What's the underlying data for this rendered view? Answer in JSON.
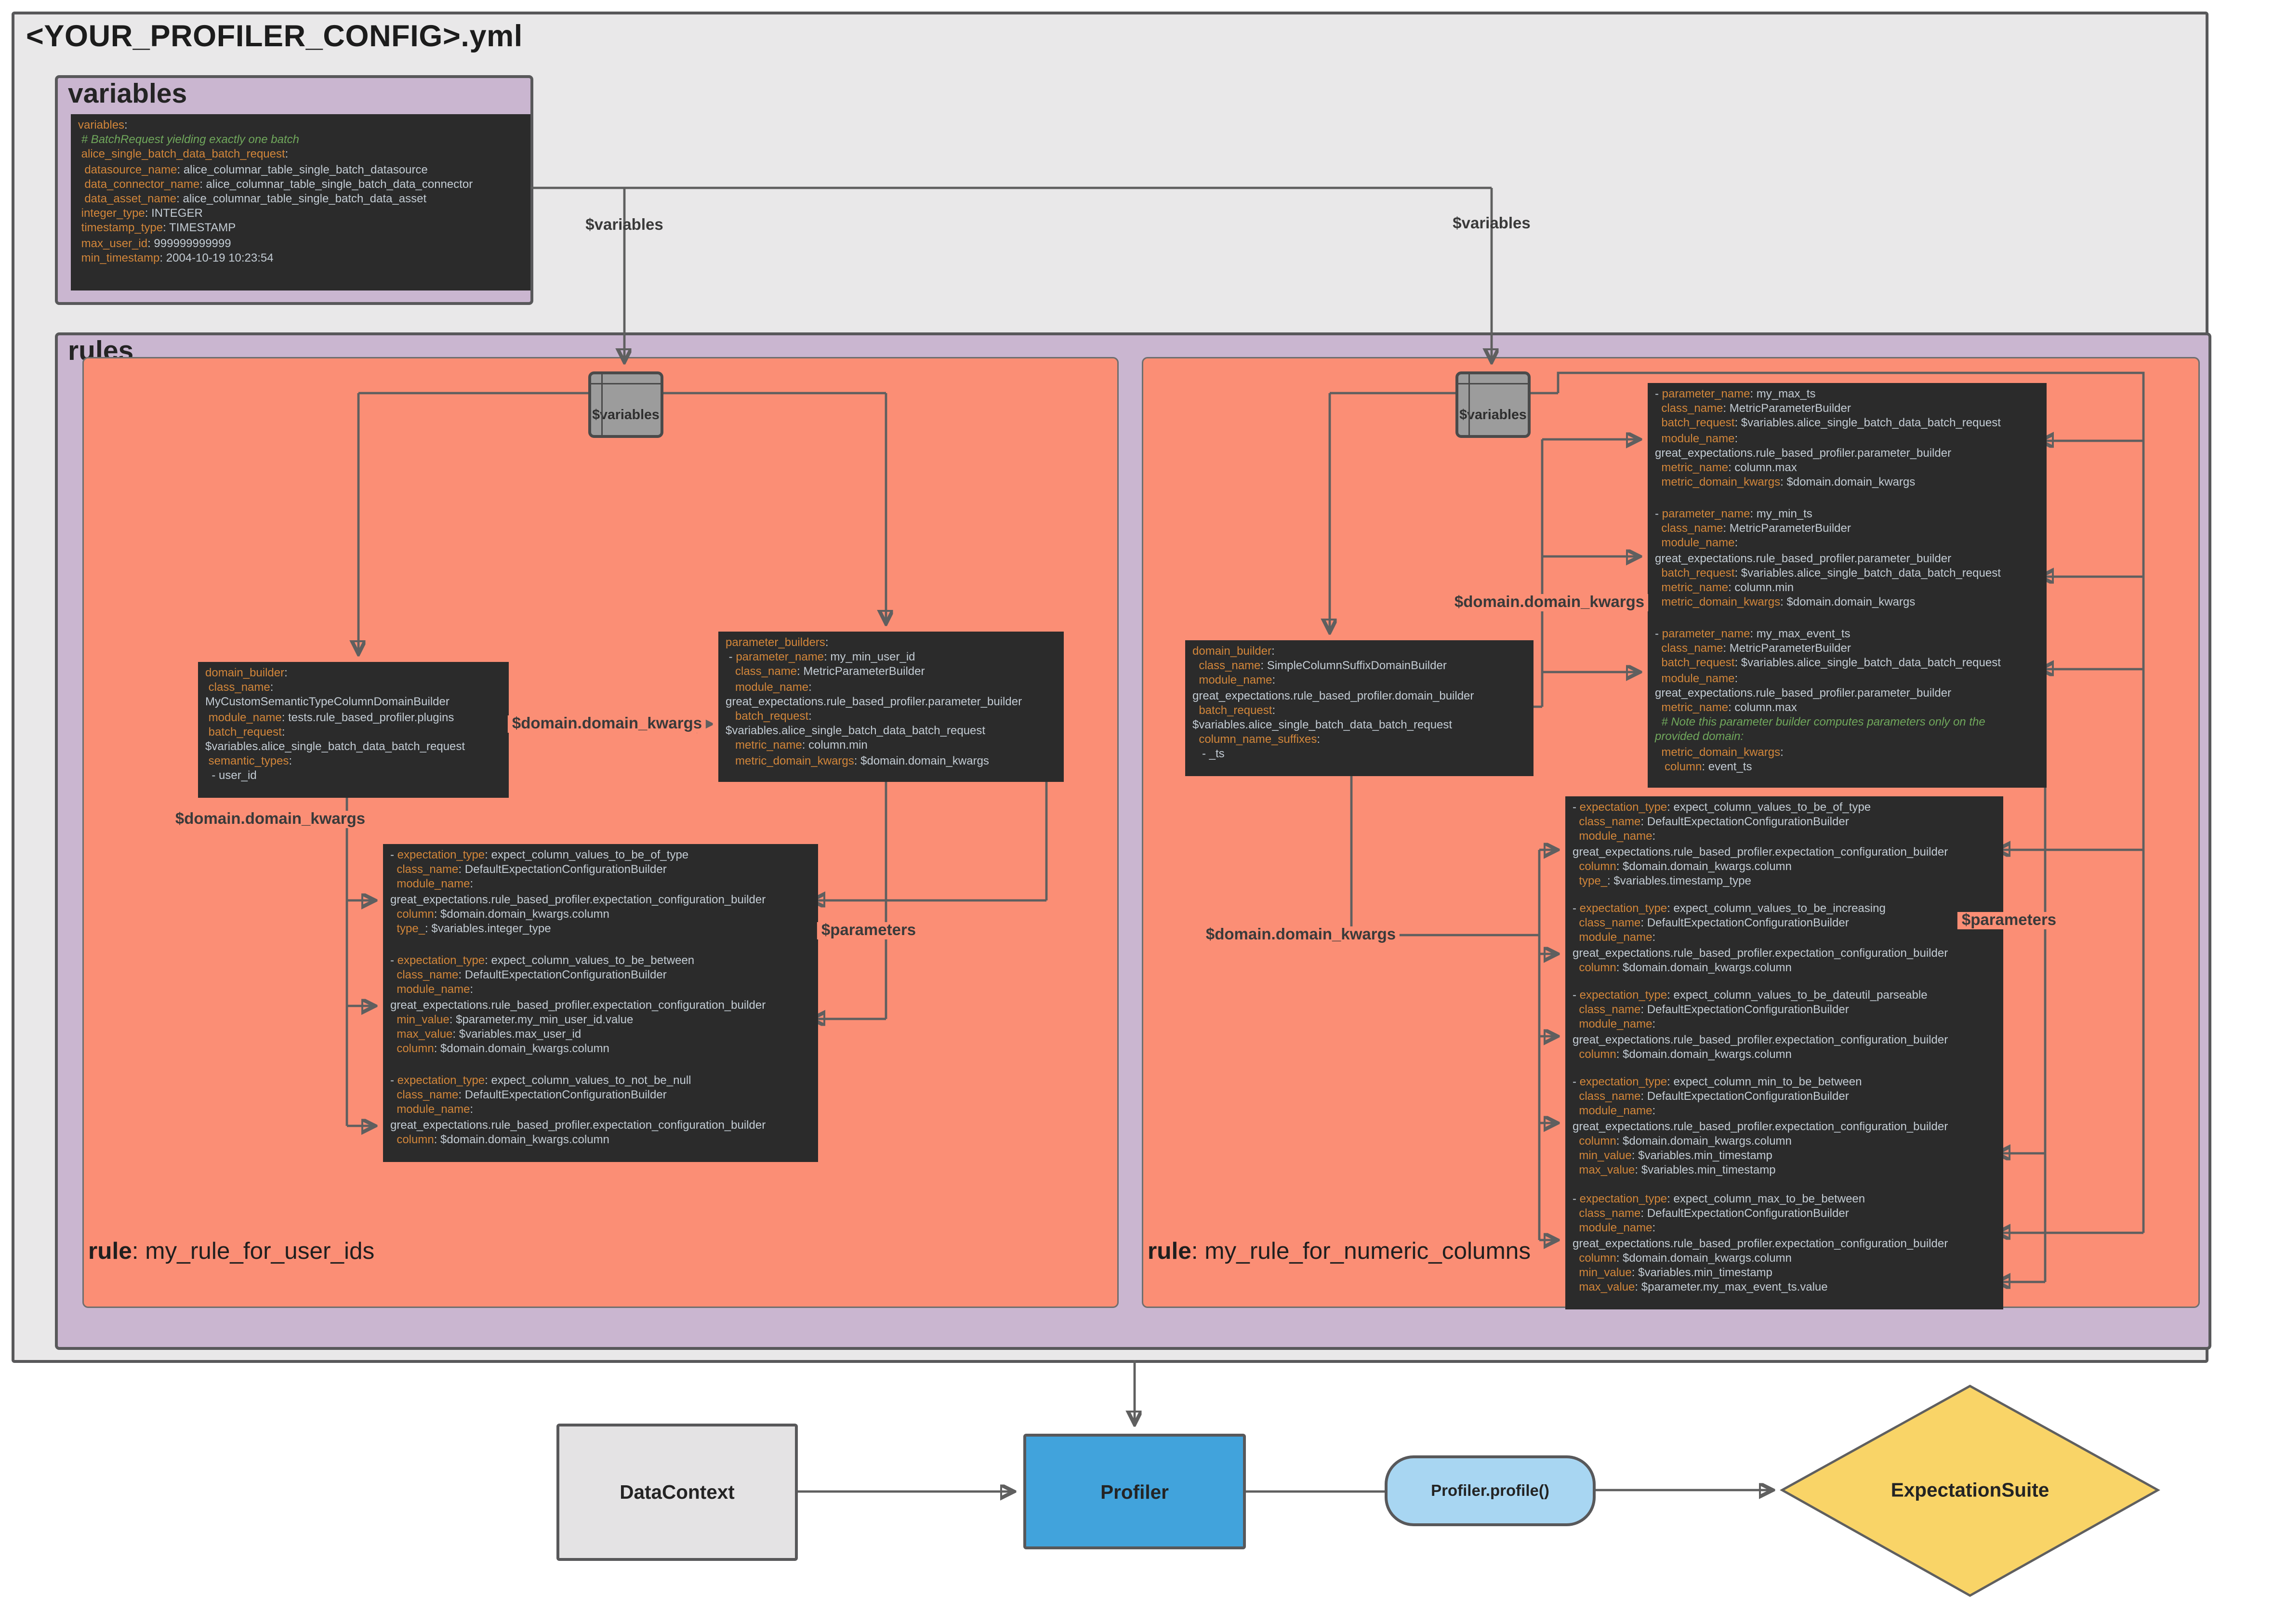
{
  "title": "<YOUR_PROFILER_CONFIG>.yml",
  "headers": {
    "variables": "variables",
    "rules": "rules"
  },
  "labels": {
    "var_ref_left": "$variables",
    "var_ref_right": "$variables",
    "var_node_left": "$variables",
    "var_node_right": "$variables",
    "domain_kwargs_builder_left": "$domain.domain_kwargs",
    "domain_kwargs_expect_left": "$domain.domain_kwargs",
    "parameters_left": "$parameters",
    "domain_kwargs_params_right": "$domain.domain_kwargs",
    "domain_kwargs_expect_right": "$domain.domain_kwargs",
    "parameters_right": "$parameters"
  },
  "rule_left": {
    "title_key": "rule",
    "title_rest": ": my_rule_for_user_ids"
  },
  "rule_right": {
    "title_key": "rule",
    "title_rest": ": my_rule_for_numeric_columns"
  },
  "code": {
    "variables": [
      [
        [
          "k",
          "variables"
        ],
        [
          "v",
          ":"
        ]
      ],
      [
        [
          "c",
          " # BatchRequest yielding exactly one batch"
        ]
      ],
      [
        [
          "k",
          " alice_single_batch_data_batch_request"
        ],
        [
          "v",
          ":"
        ]
      ],
      [
        [
          "k",
          "  datasource_name"
        ],
        [
          "v",
          ": alice_columnar_table_single_batch_datasource"
        ]
      ],
      [
        [
          "k",
          "  data_connector_name"
        ],
        [
          "v",
          ": alice_columnar_table_single_batch_data_connector"
        ]
      ],
      [
        [
          "k",
          "  data_asset_name"
        ],
        [
          "v",
          ": alice_columnar_table_single_batch_data_asset"
        ]
      ],
      [
        [
          "k",
          " integer_type"
        ],
        [
          "v",
          ": INTEGER"
        ]
      ],
      [
        [
          "k",
          " timestamp_type"
        ],
        [
          "v",
          ": TIMESTAMP"
        ]
      ],
      [
        [
          "k",
          " max_user_id"
        ],
        [
          "v",
          ": 999999999999"
        ]
      ],
      [
        [
          "k",
          " min_timestamp"
        ],
        [
          "v",
          ": 2004-10-19 10:23:54"
        ]
      ]
    ],
    "left_domain_builder": [
      [
        [
          "k",
          "domain_builder"
        ],
        [
          "v",
          ":"
        ]
      ],
      [
        [
          "k",
          " class_name"
        ],
        [
          "v",
          ":"
        ]
      ],
      [
        [
          "v",
          "MyCustomSemanticTypeColumnDomainBuilder"
        ]
      ],
      [
        [
          "k",
          " module_name"
        ],
        [
          "v",
          ": tests.rule_based_profiler.plugins"
        ]
      ],
      [
        [
          "k",
          " batch_request"
        ],
        [
          "v",
          ":"
        ]
      ],
      [
        [
          "v",
          "$variables.alice_single_batch_data_batch_request"
        ]
      ],
      [
        [
          "k",
          " semantic_types"
        ],
        [
          "v",
          ":"
        ]
      ],
      [
        [
          "v",
          "  - user_id"
        ]
      ]
    ],
    "left_parameter_builders": [
      [
        [
          "k",
          "parameter_builders"
        ],
        [
          "v",
          ":"
        ]
      ],
      [
        [
          "v",
          " - "
        ],
        [
          "k",
          "parameter_name"
        ],
        [
          "v",
          ": my_min_user_id"
        ]
      ],
      [
        [
          "k",
          "   class_name"
        ],
        [
          "v",
          ": MetricParameterBuilder"
        ]
      ],
      [
        [
          "k",
          "   module_name"
        ],
        [
          "v",
          ":"
        ]
      ],
      [
        [
          "v",
          "great_expectations.rule_based_profiler.parameter_builder"
        ]
      ],
      [
        [
          "k",
          "   batch_request"
        ],
        [
          "v",
          ":"
        ]
      ],
      [
        [
          "v",
          "$variables.alice_single_batch_data_batch_request"
        ]
      ],
      [
        [
          "k",
          "   metric_name"
        ],
        [
          "v",
          ": column.min"
        ]
      ],
      [
        [
          "k",
          "   metric_domain_kwargs"
        ],
        [
          "v",
          ": $domain.domain_kwargs"
        ]
      ]
    ],
    "left_exp1": [
      [
        [
          "v",
          "- "
        ],
        [
          "k",
          "expectation_type"
        ],
        [
          "v",
          ": expect_column_values_to_be_of_type"
        ]
      ],
      [
        [
          "k",
          "  class_name"
        ],
        [
          "v",
          ": DefaultExpectationConfigurationBuilder"
        ]
      ],
      [
        [
          "k",
          "  module_name"
        ],
        [
          "v",
          ":"
        ]
      ],
      [
        [
          "v",
          "great_expectations.rule_based_profiler.expectation_configuration_builder"
        ]
      ],
      [
        [
          "k",
          "  column"
        ],
        [
          "v",
          ": $domain.domain_kwargs.column"
        ]
      ],
      [
        [
          "k",
          "  type_"
        ],
        [
          "v",
          ": $variables.integer_type"
        ]
      ]
    ],
    "left_exp2": [
      [
        [
          "v",
          "- "
        ],
        [
          "k",
          "expectation_type"
        ],
        [
          "v",
          ": expect_column_values_to_be_between"
        ]
      ],
      [
        [
          "k",
          "  class_name"
        ],
        [
          "v",
          ": DefaultExpectationConfigurationBuilder"
        ]
      ],
      [
        [
          "k",
          "  module_name"
        ],
        [
          "v",
          ":"
        ]
      ],
      [
        [
          "v",
          "great_expectations.rule_based_profiler.expectation_configuration_builder"
        ]
      ],
      [
        [
          "k",
          "  min_value"
        ],
        [
          "v",
          ": $parameter.my_min_user_id.value"
        ]
      ],
      [
        [
          "k",
          "  max_value"
        ],
        [
          "v",
          ": $variables.max_user_id"
        ]
      ],
      [
        [
          "k",
          "  column"
        ],
        [
          "v",
          ": $domain.domain_kwargs.column"
        ]
      ]
    ],
    "left_exp3": [
      [
        [
          "v",
          "- "
        ],
        [
          "k",
          "expectation_type"
        ],
        [
          "v",
          ": expect_column_values_to_not_be_null"
        ]
      ],
      [
        [
          "k",
          "  class_name"
        ],
        [
          "v",
          ": DefaultExpectationConfigurationBuilder"
        ]
      ],
      [
        [
          "k",
          "  module_name"
        ],
        [
          "v",
          ":"
        ]
      ],
      [
        [
          "v",
          "great_expectations.rule_based_profiler.expectation_configuration_builder"
        ]
      ],
      [
        [
          "k",
          "  column"
        ],
        [
          "v",
          ": $domain.domain_kwargs.column"
        ]
      ]
    ],
    "right_domain_builder": [
      [
        [
          "k",
          "domain_builder"
        ],
        [
          "v",
          ":"
        ]
      ],
      [
        [
          "k",
          "  class_name"
        ],
        [
          "v",
          ": SimpleColumnSuffixDomainBuilder"
        ]
      ],
      [
        [
          "k",
          "  module_name"
        ],
        [
          "v",
          ":"
        ]
      ],
      [
        [
          "v",
          "great_expectations.rule_based_profiler.domain_builder"
        ]
      ],
      [
        [
          "k",
          "  batch_request"
        ],
        [
          "v",
          ":"
        ]
      ],
      [
        [
          "v",
          "$variables.alice_single_batch_data_batch_request"
        ]
      ],
      [
        [
          "k",
          "  column_name_suffixes"
        ],
        [
          "v",
          ":"
        ]
      ],
      [
        [
          "v",
          "   - _ts"
        ]
      ]
    ],
    "right_param1": [
      [
        [
          "v",
          "- "
        ],
        [
          "k",
          "parameter_name"
        ],
        [
          "v",
          ": my_max_ts"
        ]
      ],
      [
        [
          "k",
          "  class_name"
        ],
        [
          "v",
          ": MetricParameterBuilder"
        ]
      ],
      [
        [
          "k",
          "  batch_request"
        ],
        [
          "v",
          ": $variables.alice_single_batch_data_batch_request"
        ]
      ],
      [
        [
          "k",
          "  module_name"
        ],
        [
          "v",
          ":"
        ]
      ],
      [
        [
          "v",
          "great_expectations.rule_based_profiler.parameter_builder"
        ]
      ],
      [
        [
          "k",
          "  metric_name"
        ],
        [
          "v",
          ": column.max"
        ]
      ],
      [
        [
          "k",
          "  metric_domain_kwargs"
        ],
        [
          "v",
          ": $domain.domain_kwargs"
        ]
      ]
    ],
    "right_param2": [
      [
        [
          "v",
          "- "
        ],
        [
          "k",
          "parameter_name"
        ],
        [
          "v",
          ": my_min_ts"
        ]
      ],
      [
        [
          "k",
          "  class_name"
        ],
        [
          "v",
          ": MetricParameterBuilder"
        ]
      ],
      [
        [
          "k",
          "  module_name"
        ],
        [
          "v",
          ":"
        ]
      ],
      [
        [
          "v",
          "great_expectations.rule_based_profiler.parameter_builder"
        ]
      ],
      [
        [
          "k",
          "  batch_request"
        ],
        [
          "v",
          ": $variables.alice_single_batch_data_batch_request"
        ]
      ],
      [
        [
          "k",
          "  metric_name"
        ],
        [
          "v",
          ": column.min"
        ]
      ],
      [
        [
          "k",
          "  metric_domain_kwargs"
        ],
        [
          "v",
          ": $domain.domain_kwargs"
        ]
      ]
    ],
    "right_param3": [
      [
        [
          "v",
          "- "
        ],
        [
          "k",
          "parameter_name"
        ],
        [
          "v",
          ": my_max_event_ts"
        ]
      ],
      [
        [
          "k",
          "  class_name"
        ],
        [
          "v",
          ": MetricParameterBuilder"
        ]
      ],
      [
        [
          "k",
          "  batch_request"
        ],
        [
          "v",
          ": $variables.alice_single_batch_data_batch_request"
        ]
      ],
      [
        [
          "k",
          "  module_name"
        ],
        [
          "v",
          ":"
        ]
      ],
      [
        [
          "v",
          "great_expectations.rule_based_profiler.parameter_builder"
        ]
      ],
      [
        [
          "k",
          "  metric_name"
        ],
        [
          "v",
          ": column.max"
        ]
      ],
      [
        [
          "c",
          "  # Note this parameter builder computes parameters only on the"
        ]
      ],
      [
        [
          "c",
          "provided domain:"
        ]
      ],
      [
        [
          "k",
          "  metric_domain_kwargs"
        ],
        [
          "v",
          ":"
        ]
      ],
      [
        [
          "k",
          "   column"
        ],
        [
          "v",
          ": event_ts"
        ]
      ]
    ],
    "right_exp1": [
      [
        [
          "v",
          "- "
        ],
        [
          "k",
          "expectation_type"
        ],
        [
          "v",
          ": expect_column_values_to_be_of_type"
        ]
      ],
      [
        [
          "k",
          "  class_name"
        ],
        [
          "v",
          ": DefaultExpectationConfigurationBuilder"
        ]
      ],
      [
        [
          "k",
          "  module_name"
        ],
        [
          "v",
          ":"
        ]
      ],
      [
        [
          "v",
          "great_expectations.rule_based_profiler.expectation_configuration_builder"
        ]
      ],
      [
        [
          "k",
          "  column"
        ],
        [
          "v",
          ": $domain.domain_kwargs.column"
        ]
      ],
      [
        [
          "k",
          "  type_"
        ],
        [
          "v",
          ": $variables.timestamp_type"
        ]
      ]
    ],
    "right_exp2": [
      [
        [
          "v",
          "- "
        ],
        [
          "k",
          "expectation_type"
        ],
        [
          "v",
          ": expect_column_values_to_be_increasing"
        ]
      ],
      [
        [
          "k",
          "  class_name"
        ],
        [
          "v",
          ": DefaultExpectationConfigurationBuilder"
        ]
      ],
      [
        [
          "k",
          "  module_name"
        ],
        [
          "v",
          ":"
        ]
      ],
      [
        [
          "v",
          "great_expectations.rule_based_profiler.expectation_configuration_builder"
        ]
      ],
      [
        [
          "k",
          "  column"
        ],
        [
          "v",
          ": $domain.domain_kwargs.column"
        ]
      ]
    ],
    "right_exp3": [
      [
        [
          "v",
          "- "
        ],
        [
          "k",
          "expectation_type"
        ],
        [
          "v",
          ": expect_column_values_to_be_dateutil_parseable"
        ]
      ],
      [
        [
          "k",
          "  class_name"
        ],
        [
          "v",
          ": DefaultExpectationConfigurationBuilder"
        ]
      ],
      [
        [
          "k",
          "  module_name"
        ],
        [
          "v",
          ":"
        ]
      ],
      [
        [
          "v",
          "great_expectations.rule_based_profiler.expectation_configuration_builder"
        ]
      ],
      [
        [
          "k",
          "  column"
        ],
        [
          "v",
          ": $domain.domain_kwargs.column"
        ]
      ]
    ],
    "right_exp4": [
      [
        [
          "v",
          "- "
        ],
        [
          "k",
          "expectation_type"
        ],
        [
          "v",
          ": expect_column_min_to_be_between"
        ]
      ],
      [
        [
          "k",
          "  class_name"
        ],
        [
          "v",
          ": DefaultExpectationConfigurationBuilder"
        ]
      ],
      [
        [
          "k",
          "  module_name"
        ],
        [
          "v",
          ":"
        ]
      ],
      [
        [
          "v",
          "great_expectations.rule_based_profiler.expectation_configuration_builder"
        ]
      ],
      [
        [
          "k",
          "  column"
        ],
        [
          "v",
          ": $domain.domain_kwargs.column"
        ]
      ],
      [
        [
          "k",
          "  min_value"
        ],
        [
          "v",
          ": $variables.min_timestamp"
        ]
      ],
      [
        [
          "k",
          "  max_value"
        ],
        [
          "v",
          ": $variables.min_timestamp"
        ]
      ]
    ],
    "right_exp5": [
      [
        [
          "v",
          "- "
        ],
        [
          "k",
          "expectation_type"
        ],
        [
          "v",
          ": expect_column_max_to_be_between"
        ]
      ],
      [
        [
          "k",
          "  class_name"
        ],
        [
          "v",
          ": DefaultExpectationConfigurationBuilder"
        ]
      ],
      [
        [
          "k",
          "  module_name"
        ],
        [
          "v",
          ":"
        ]
      ],
      [
        [
          "v",
          "great_expectations.rule_based_profiler.expectation_configuration_builder"
        ]
      ],
      [
        [
          "k",
          "  column"
        ],
        [
          "v",
          ": $domain.domain_kwargs.column"
        ]
      ],
      [
        [
          "k",
          "  min_value"
        ],
        [
          "v",
          ": $variables.min_timestamp"
        ]
      ],
      [
        [
          "k",
          "  max_value"
        ],
        [
          "v",
          ": $parameter.my_max_event_ts.value"
        ]
      ]
    ]
  },
  "flow": {
    "data_context": "DataContext",
    "profiler": "Profiler",
    "profile_call": "Profiler.profile()",
    "expectation_suite": "ExpectationSuite"
  },
  "colors": {
    "outer_bg": "#e9e8e9",
    "section_bg": "#cab6d0",
    "rule_bg": "#fb8e75",
    "code_bg": "#2b2b2b",
    "key": "#d2863a",
    "value": "#c3ccd4",
    "comment": "#70a85c",
    "node_bg": "#9c9c9c",
    "profiler_blue": "#41a3dc",
    "pill_blue": "#a8d6f2",
    "suite_yellow": "#f9d467",
    "frame": "#58585a",
    "line": "#5f5f5f"
  }
}
